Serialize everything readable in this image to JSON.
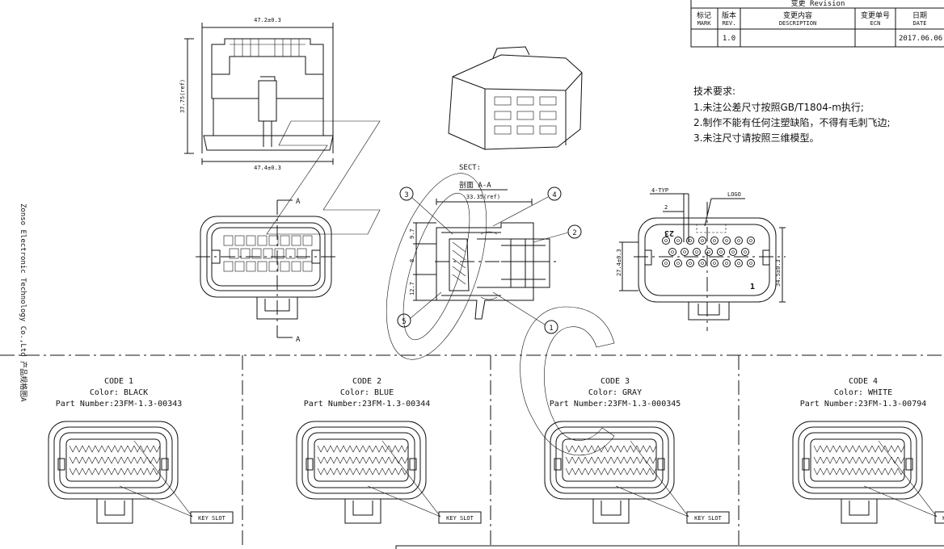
{
  "revision": {
    "title": "变更 Revision",
    "headers": [
      {
        "cn": "标记",
        "en": "MARK"
      },
      {
        "cn": "版本",
        "en": "REV."
      },
      {
        "cn": "变更内容",
        "en": "DESCRIPTION"
      },
      {
        "cn": "变更单号",
        "en": "ECN"
      },
      {
        "cn": "日期",
        "en": "DATE"
      }
    ],
    "row": {
      "mark": "",
      "rev": "1.0",
      "description": "",
      "ecn": "",
      "date": "2017.06.06"
    }
  },
  "requirements": {
    "title": "技术要求:",
    "items": [
      "1.未注公差尺寸按照GB/T1804-m执行;",
      "2.制作不能有任何注塑缺陷，不得有毛刺飞边;",
      "3.未注尺寸请按照三维模型。"
    ]
  },
  "side_text": "Zonso Electronic Technology Co.,Ltd 产品规格图A",
  "dimensions": {
    "top_width": "47.2±0.3",
    "bottom_width": "47.4±0.3",
    "height_ref": "37.75(ref)",
    "section_width": "33.35(ref)",
    "sec_9_7": "9.7",
    "sec_8": "8",
    "sec_12_7": "12.7",
    "front_h1": "27.4±0.3",
    "front_h2": "34.5±0.3",
    "typ": "4-TYP",
    "two": "2",
    "logo": "LOGO",
    "pin23": "23",
    "pin1": "1"
  },
  "section": {
    "sect": "SECT:",
    "label": "剖面  A-A"
  },
  "section_marker": "A",
  "balloons": [
    "1",
    "2",
    "3",
    "4",
    "5"
  ],
  "codes": [
    {
      "code": "CODE 1",
      "color": "Color: BLACK",
      "part": "Part Number:23FM-1.3-00343",
      "key": "KEY SLOT"
    },
    {
      "code": "CODE 2",
      "color": "Color: BLUE",
      "part": "Part Number:23FM-1.3-00344",
      "key": "KEY SLOT"
    },
    {
      "code": "CODE 3",
      "color": "Color: GRAY",
      "part": "Part Number:23FM-1.3-000345",
      "key": "KEY SLOT"
    },
    {
      "code": "CODE 4",
      "color": "Color: WHITE",
      "part": "Part Number:23FM-1.3-00794",
      "key": "KEY SLOT"
    }
  ]
}
